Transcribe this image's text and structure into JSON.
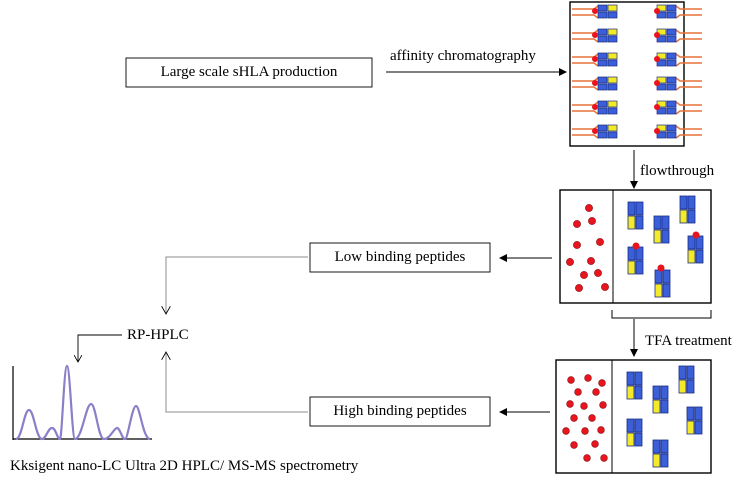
{
  "boxes": {
    "large_scale": "Large scale sHLA production",
    "low_binding": "Low binding peptides",
    "high_binding": "High binding peptides"
  },
  "labels": {
    "affinity": "affinity chromatography",
    "flowthrough": "flowthrough",
    "tfa": "TFA treatment",
    "rphplc": "RP-HPLC",
    "instrument": "Kksigent nano-LC Ultra 2D HPLC/ MS-MS spectrometry"
  },
  "colors": {
    "molecule_blue": "#3a5fd9",
    "molecule_yellow": "#f2ea2a",
    "peptide_red": "#e8141e",
    "bead_orange": "#e8743a",
    "chromatogram": "#8a7fc8",
    "connector_gray": "#8c8c8c"
  }
}
